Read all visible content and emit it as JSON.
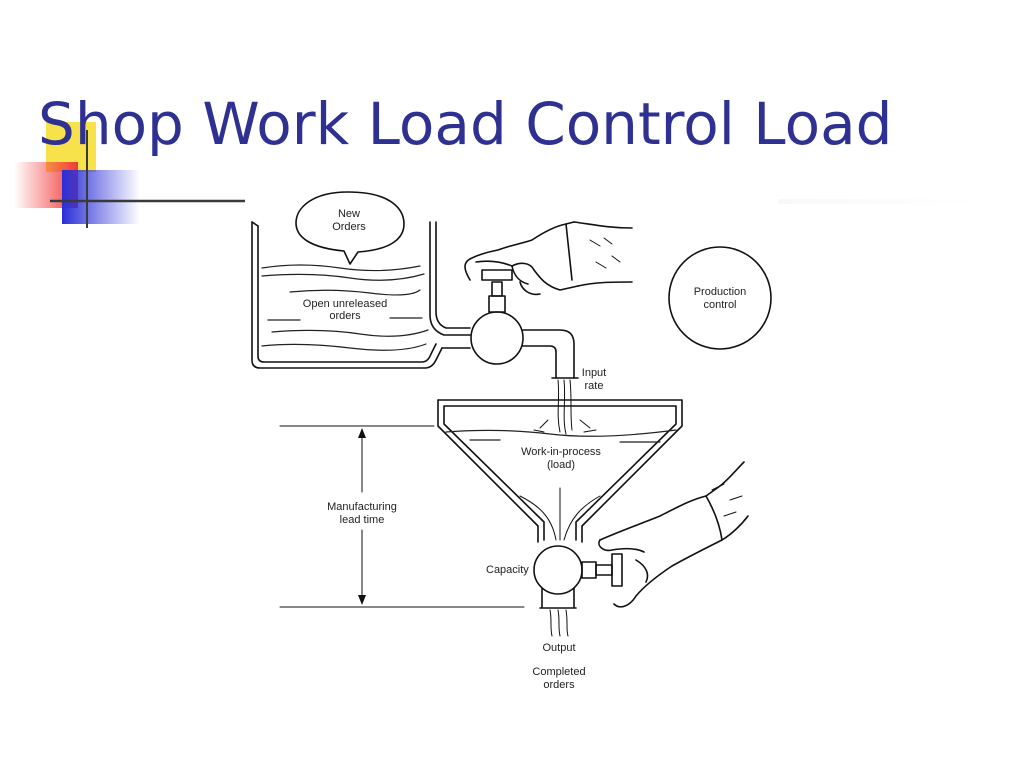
{
  "slide": {
    "title": "Shop Work Load Control Load",
    "title_color": "#2E3192",
    "accent_colors": {
      "yellow": "#F7E24B",
      "red": "#F23A3A",
      "blue": "#2A2FD6",
      "rule": "#3A3A3A"
    }
  },
  "diagram": {
    "labels": {
      "new_orders_line1": "New",
      "new_orders_line2": "Orders",
      "open_orders_line1": "Open unreleased",
      "open_orders_line2": "orders",
      "production_control_line1": "Production",
      "production_control_line2": "control",
      "input_rate_line1": "Input",
      "input_rate_line2": "rate",
      "wip_line1": "Work-in-process",
      "wip_line2": "(load)",
      "lead_time_line1": "Manufacturing",
      "lead_time_line2": "lead time",
      "capacity": "Capacity",
      "output": "Output",
      "completed_line1": "Completed",
      "completed_line2": "orders"
    },
    "icons": [
      "reservoir-tank",
      "valve-tap-icon",
      "hand-icon",
      "funnel",
      "dimension-arrow-icon"
    ]
  }
}
